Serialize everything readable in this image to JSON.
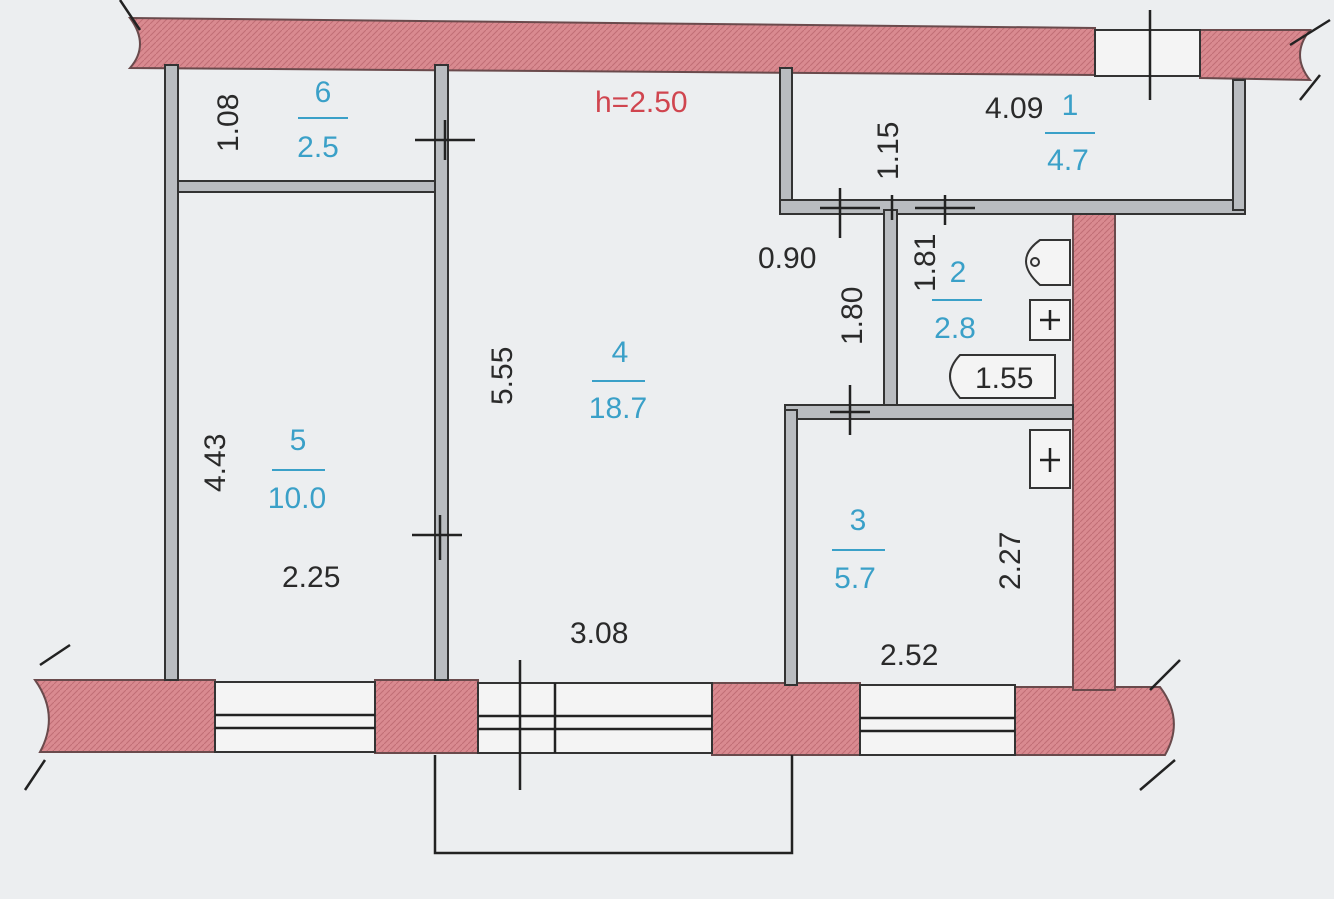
{
  "plan": {
    "ceiling_height": "h=2.50",
    "rooms": [
      {
        "number": "1",
        "area": "4.7"
      },
      {
        "number": "2",
        "area": "2.8"
      },
      {
        "number": "3",
        "area": "5.7"
      },
      {
        "number": "4",
        "area": "18.7"
      },
      {
        "number": "5",
        "area": "10.0"
      },
      {
        "number": "6",
        "area": "2.5"
      }
    ],
    "dimensions": {
      "room6_depth": "1.08",
      "room1_length": "4.09",
      "room1_depth": "1.15",
      "doorway": "0.90",
      "bath_depth": "1.81",
      "corridor_depth": "1.80",
      "room4_depth": "5.55",
      "room5_depth": "4.43",
      "bathtub": "1.55",
      "room5_width": "2.25",
      "room4_width": "3.08",
      "room3_depth": "2.27",
      "room3_width": "2.52"
    },
    "colors": {
      "wall": "#d98a90",
      "area_text": "#3aa0c8",
      "height_text": "#d0454f"
    }
  }
}
